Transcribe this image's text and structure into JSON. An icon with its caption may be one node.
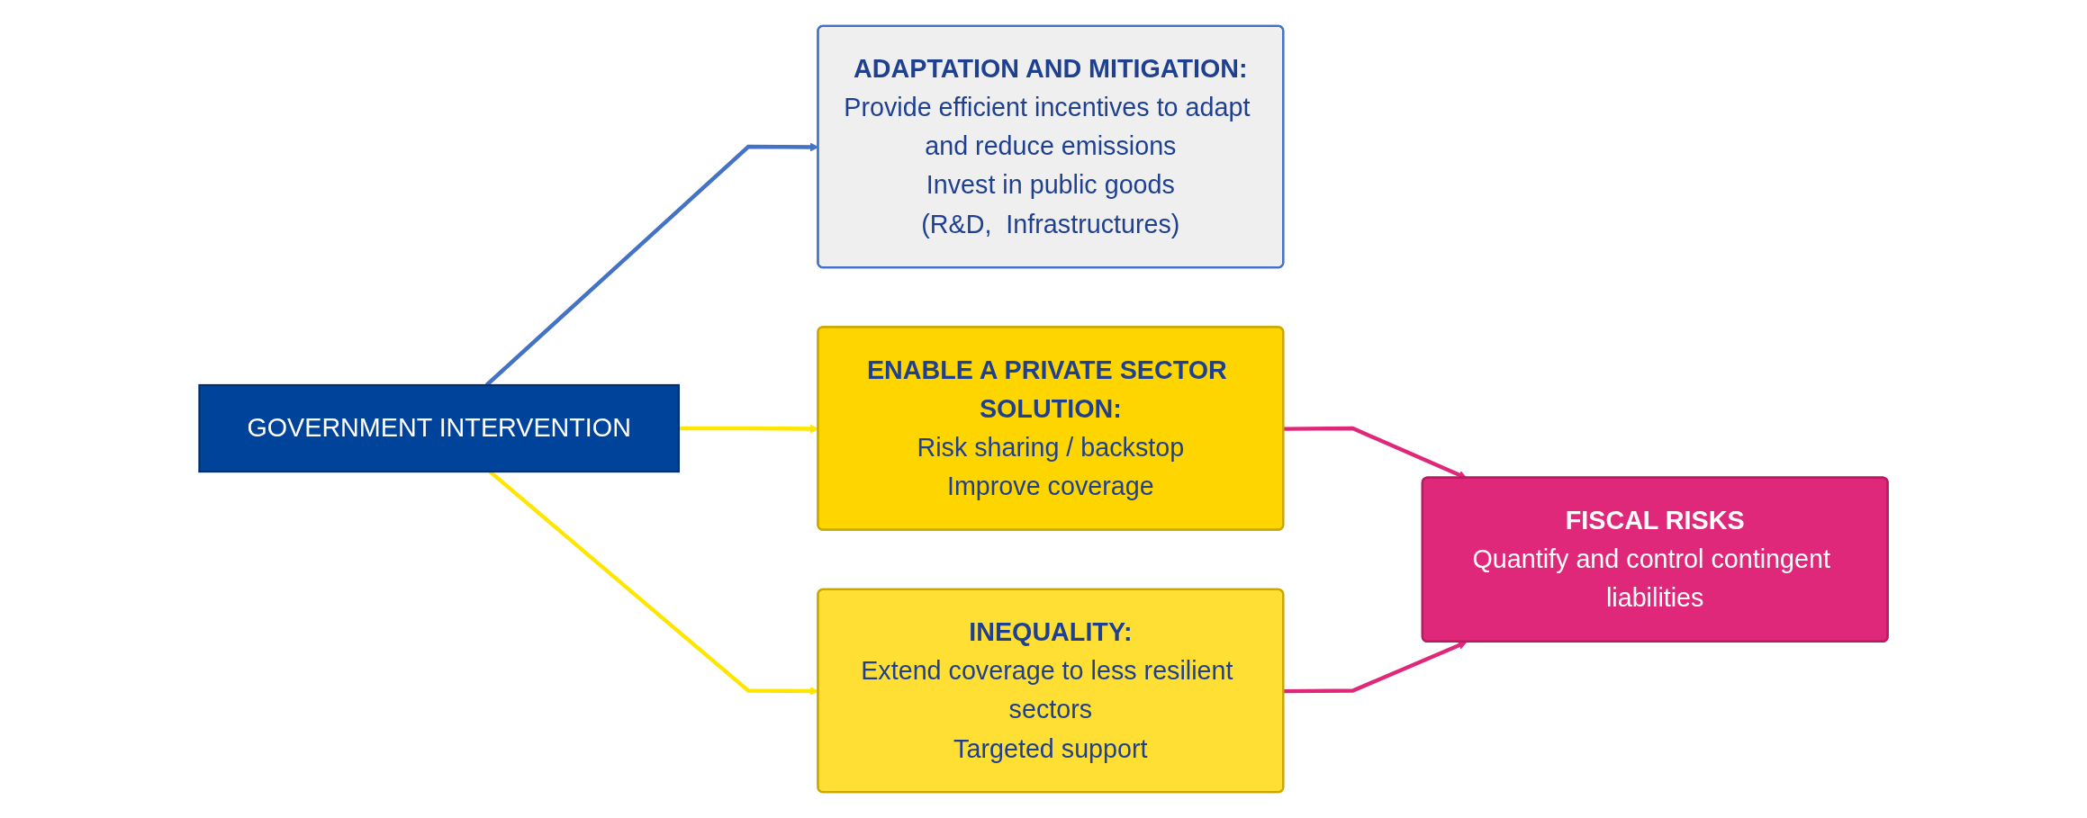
{
  "diagram": {
    "nodes": [
      {
        "text": [
          "GOVERNMENT INTERVENTION"
        ]
      },
      {
        "text": [
          "ADAPTATION AND MITIGATION:",
          "Provide efficient incentives to adapt and reduce emissions",
          "Invest in public goods",
          "(R&D,  Infrastructures)"
        ]
      },
      {
        "text": [
          "ENABLE A PRIVATE SECTOR SOLUTION:",
          "Risk sharing / backstop",
          "Improve coverage"
        ]
      },
      {
        "text": [
          "INEQUALITY:",
          "Extend coverage to less resilient sectors",
          "Targeted support"
        ]
      },
      {
        "text": [
          "FISCAL RISKS",
          "Quantify and control contingent liabilities"
        ]
      }
    ],
    "edges": [
      {
        "from": 0,
        "to": 1,
        "arrow": "to",
        "color": "#4472c4"
      },
      {
        "from": 0,
        "to": 2,
        "arrow": "to",
        "color": "#ffe600"
      },
      {
        "from": 0,
        "to": 3,
        "arrow": "to",
        "color": "#ffe600"
      },
      {
        "from": 2,
        "to": 4,
        "arrow": "to",
        "color": "#e0287a"
      },
      {
        "from": 3,
        "to": 4,
        "arrow": "to",
        "color": "#e0287a"
      }
    ]
  }
}
